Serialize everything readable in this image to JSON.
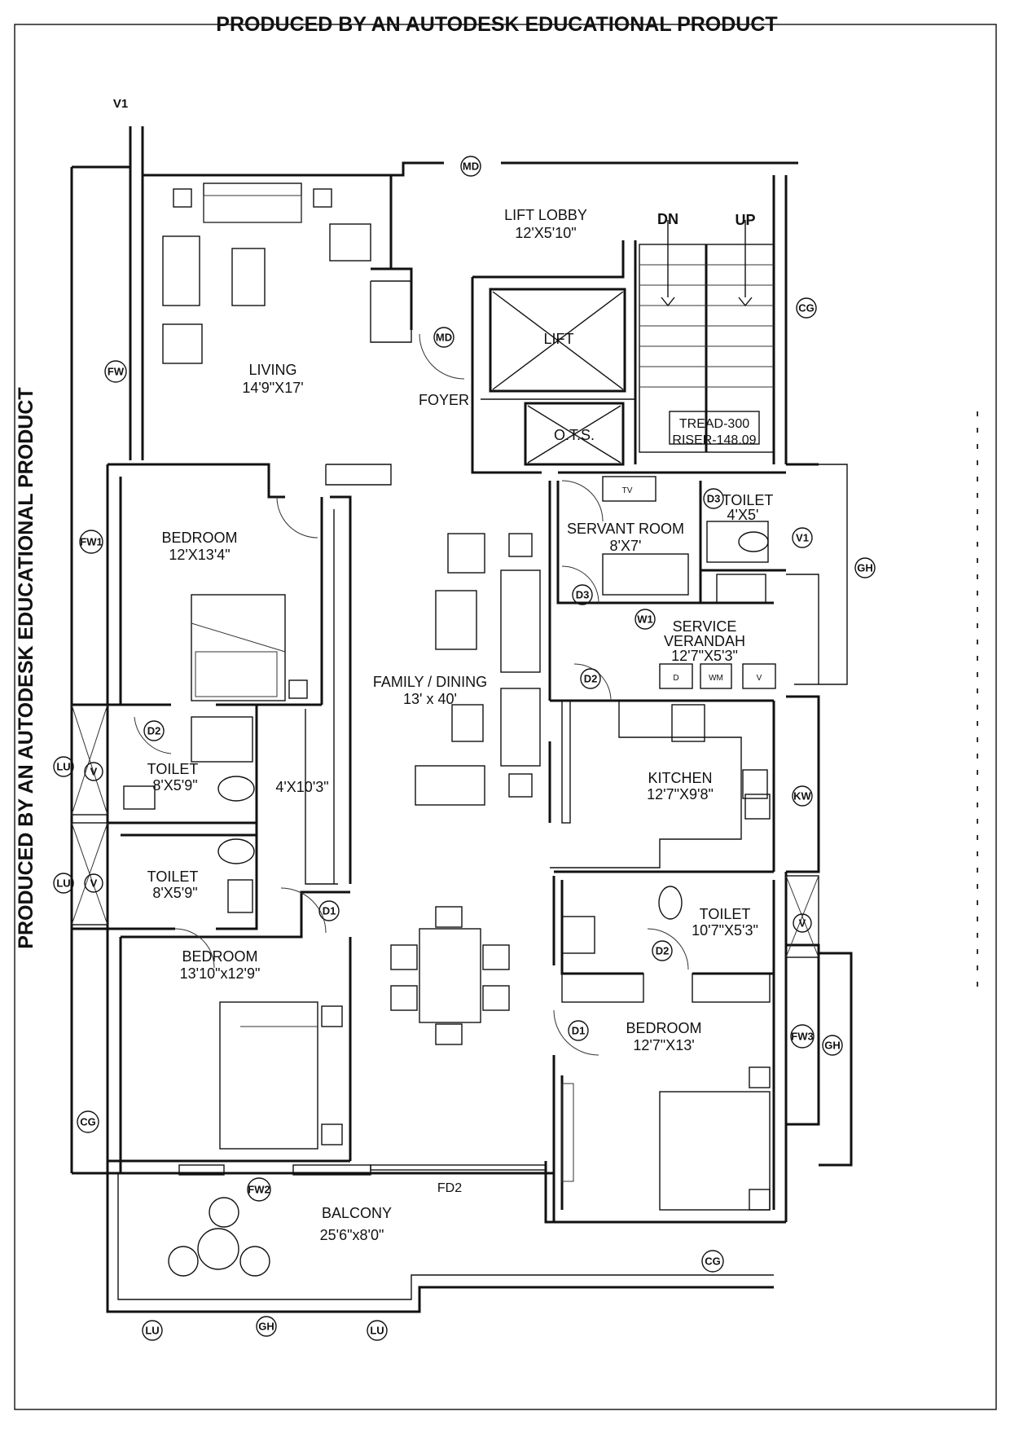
{
  "watermarks": {
    "top": "PRODUCED BY AN AUTODESK EDUCATIONAL PRODUCT",
    "side": "PRODUCED BY AN AUTODESK EDUCATIONAL PRODUCT"
  },
  "rooms": {
    "living": {
      "name": "LIVING",
      "size": "14'9\"X17'"
    },
    "lift_lobby": {
      "name": "LIFT LOBBY",
      "size": "12'X5'10\""
    },
    "foyer": {
      "name": "FOYER"
    },
    "lift": {
      "name": "LIFT"
    },
    "ots": {
      "name": "O.T.S."
    },
    "bedroom1": {
      "name": "BEDROOM",
      "size": "12'X13'4\""
    },
    "family_dining": {
      "name": "FAMILY / DINING",
      "size": "13' x 40'"
    },
    "servant_room": {
      "name": "SERVANT ROOM",
      "size": "8'X7'"
    },
    "servant_toilet": {
      "name": "TOILET",
      "size": "4'X5'"
    },
    "service_verandah": {
      "name1": "SERVICE",
      "name2": "VERANDAH",
      "size": "12'7\"X5'3\""
    },
    "toilet1": {
      "name": "TOILET",
      "size": "8'X5'9\""
    },
    "toilet2": {
      "name": "TOILET",
      "size": "8'X5'9\""
    },
    "passage": {
      "size": "4'X10'3\""
    },
    "kitchen": {
      "name": "KITCHEN",
      "size": "12'7\"X9'8\""
    },
    "bedroom2": {
      "name": "BEDROOM",
      "size": "13'10\"x12'9\""
    },
    "toilet3": {
      "name": "TOILET",
      "size": "10'7\"X5'3\""
    },
    "bedroom3": {
      "name": "BEDROOM",
      "size": "12'7\"X13'"
    },
    "balcony": {
      "name": "BALCONY",
      "size": "25'6\"x8'0\""
    }
  },
  "stairs": {
    "dn": "DN",
    "up": "UP",
    "tread": "TREAD-300",
    "riser": "RISER-148.09"
  },
  "labels": {
    "v1_top": "V1",
    "fd2": "FD2",
    "tv": "TV",
    "d": "D",
    "wm": "WM",
    "v": "V"
  },
  "tags": {
    "md_top": "MD",
    "md_foyer": "MD",
    "fw": "FW",
    "fw1": "FW1",
    "fw2": "FW2",
    "fw3": "FW3",
    "cg_stair": "CG",
    "cg_left": "CG",
    "cg_bottom": "CG",
    "gh_right": "GH",
    "gh_right2": "GH",
    "gh_bottom": "GH",
    "v1": "V1",
    "w1": "W1",
    "kw": "KW",
    "lu1": "LU",
    "lu2": "LU",
    "lu3": "LU",
    "lu4": "LU",
    "v_a": "V",
    "v_b": "V",
    "v_c": "V",
    "d1_a": "D1",
    "d1_b": "D1",
    "d2_a": "D2",
    "d2_b": "D2",
    "d2_c": "D2",
    "d3_a": "D3",
    "d3_b": "D3"
  }
}
